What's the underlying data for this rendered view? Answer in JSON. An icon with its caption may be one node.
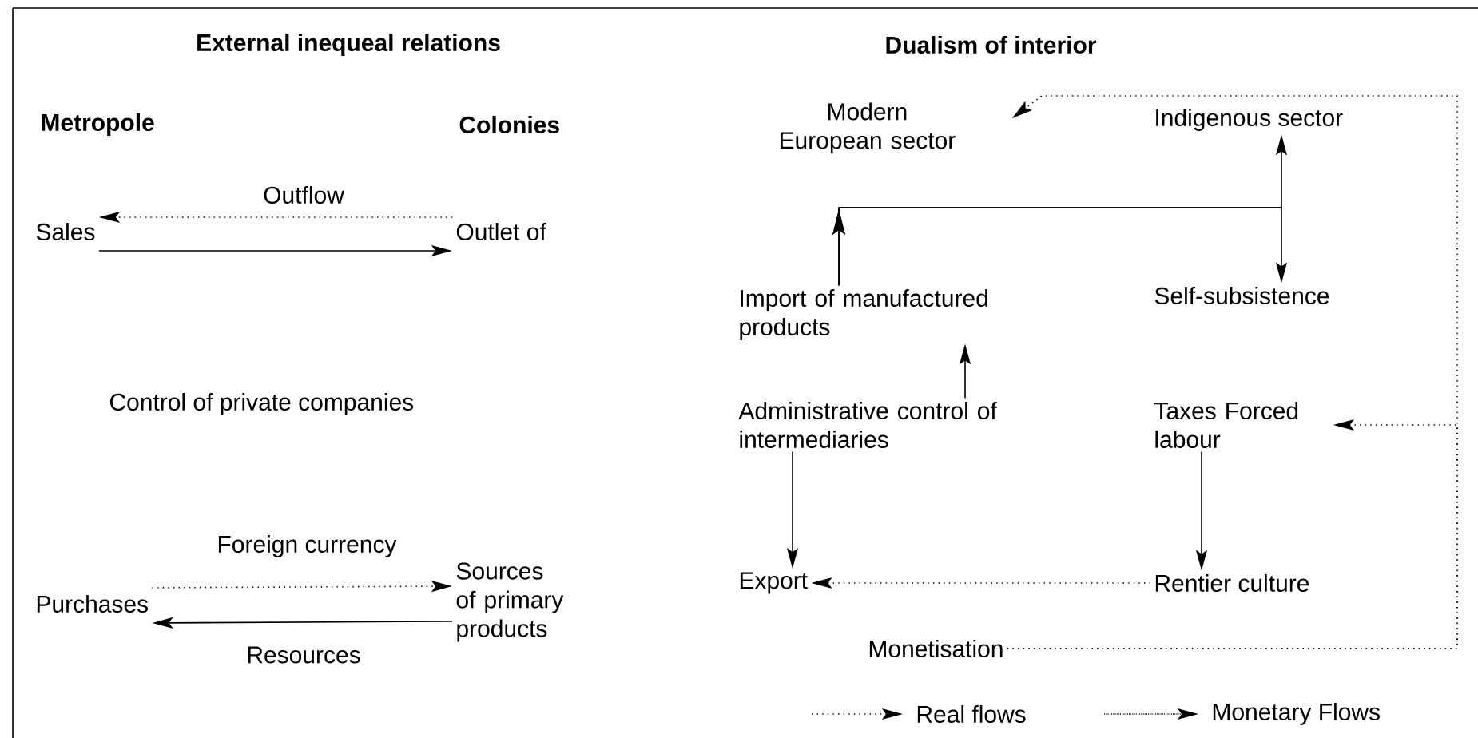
{
  "diagram": {
    "nodes": [
      {
        "text": [
          "Metropole"
        ]
      },
      {
        "text": [
          "Colonies"
        ]
      },
      {
        "text": [
          "Sales"
        ]
      },
      {
        "text": [
          "Outlet of"
        ]
      },
      {
        "text": [
          "Control of private companies"
        ]
      },
      {
        "text": [
          "Purchases"
        ]
      },
      {
        "text": [
          "Sources of primary products"
        ]
      },
      {
        "text": [
          "Modern European sector"
        ]
      },
      {
        "text": [
          "Indigenous sector"
        ]
      },
      {
        "text": [
          "Import of manufactured products"
        ]
      },
      {
        "text": [
          "Self-subsistence"
        ]
      },
      {
        "text": [
          "Administrative control of intermediaries"
        ]
      },
      {
        "text": [
          "Taxes Forced labour"
        ]
      },
      {
        "text": [
          "Export"
        ]
      },
      {
        "text": [
          "Rentier culture"
        ]
      },
      {
        "text": [
          "Monetisation"
        ]
      }
    ],
    "edges": [
      {
        "from": 3,
        "to": 2,
        "arrow": "to",
        "label": "Outflow",
        "style": "dashed"
      },
      {
        "from": 2,
        "to": 3,
        "arrow": "to"
      },
      {
        "from": 5,
        "to": 6,
        "arrow": "to",
        "label": "Foreign currency",
        "style": "dashed"
      },
      {
        "from": 6,
        "to": 5,
        "arrow": "to",
        "label": "Resources"
      },
      {
        "from": 9,
        "to": 8,
        "arrow": "to"
      },
      {
        "from": 9,
        "to": 10,
        "arrow": "to"
      },
      {
        "from": 11,
        "to": 9,
        "arrow": "to"
      },
      {
        "from": 11,
        "to": 13,
        "arrow": "to"
      },
      {
        "from": 12,
        "to": 14,
        "arrow": "to"
      },
      {
        "from": 14,
        "to": 13,
        "arrow": "to",
        "style": "dashed"
      },
      {
        "from": 15,
        "to": 7,
        "arrow": "to",
        "style": "dashed"
      },
      {
        "from": 15,
        "to": 12,
        "arrow": "to",
        "style": "dashed"
      }
    ],
    "labels": [
      "External inequeal relations",
      "Dualism of interior"
    ],
    "legend": [
      {
        "text": "Real flows"
      },
      {
        "text": "Monetary Flows"
      }
    ]
  }
}
